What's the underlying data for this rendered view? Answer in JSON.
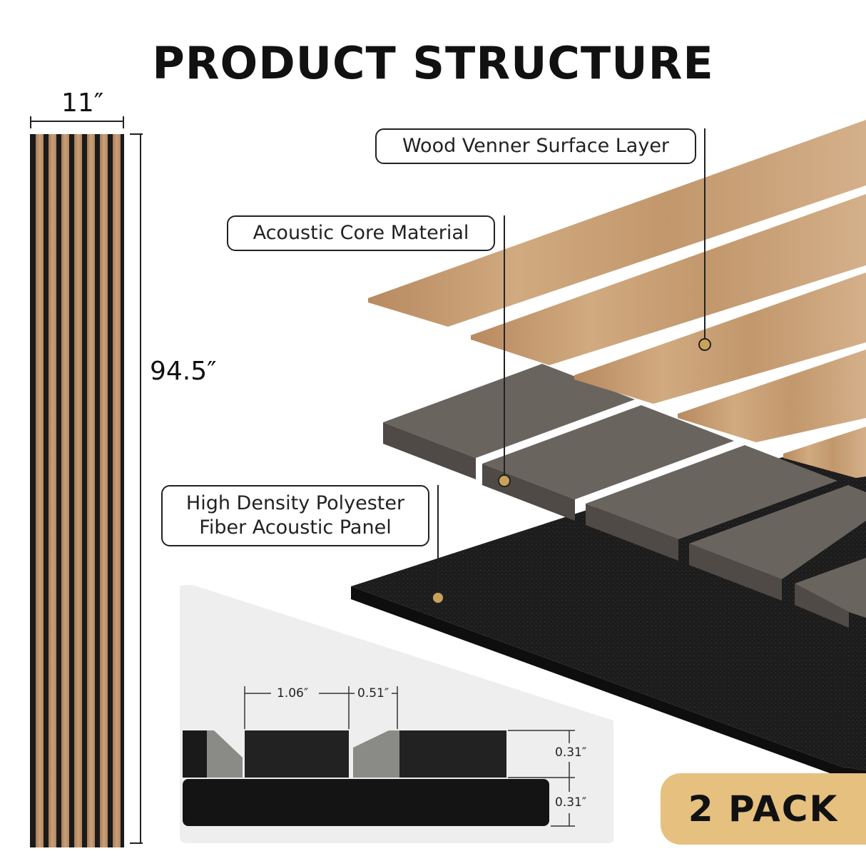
{
  "title": "PRODUCT STRUCTURE",
  "dimensions": {
    "width": "11″",
    "height": "94.5″"
  },
  "labels": {
    "surface": "Wood Venner Surface Layer",
    "core": "Acoustic Core Material",
    "panel_line1": "High Density Polyester",
    "panel_line2": "Fiber Acoustic Panel"
  },
  "detail": {
    "slat_width": "1.06″",
    "gap_width": "0.51″",
    "slat_thickness": "0.31″",
    "panel_thickness": "0.31″"
  },
  "badge": "2 PACK",
  "colors": {
    "wood": "#c79e74",
    "wood_dark": "#9a7350",
    "core": "#5f5954",
    "panel": "#1e1e1e",
    "accent": "#e6c07e",
    "marker": "#c9a25a"
  }
}
